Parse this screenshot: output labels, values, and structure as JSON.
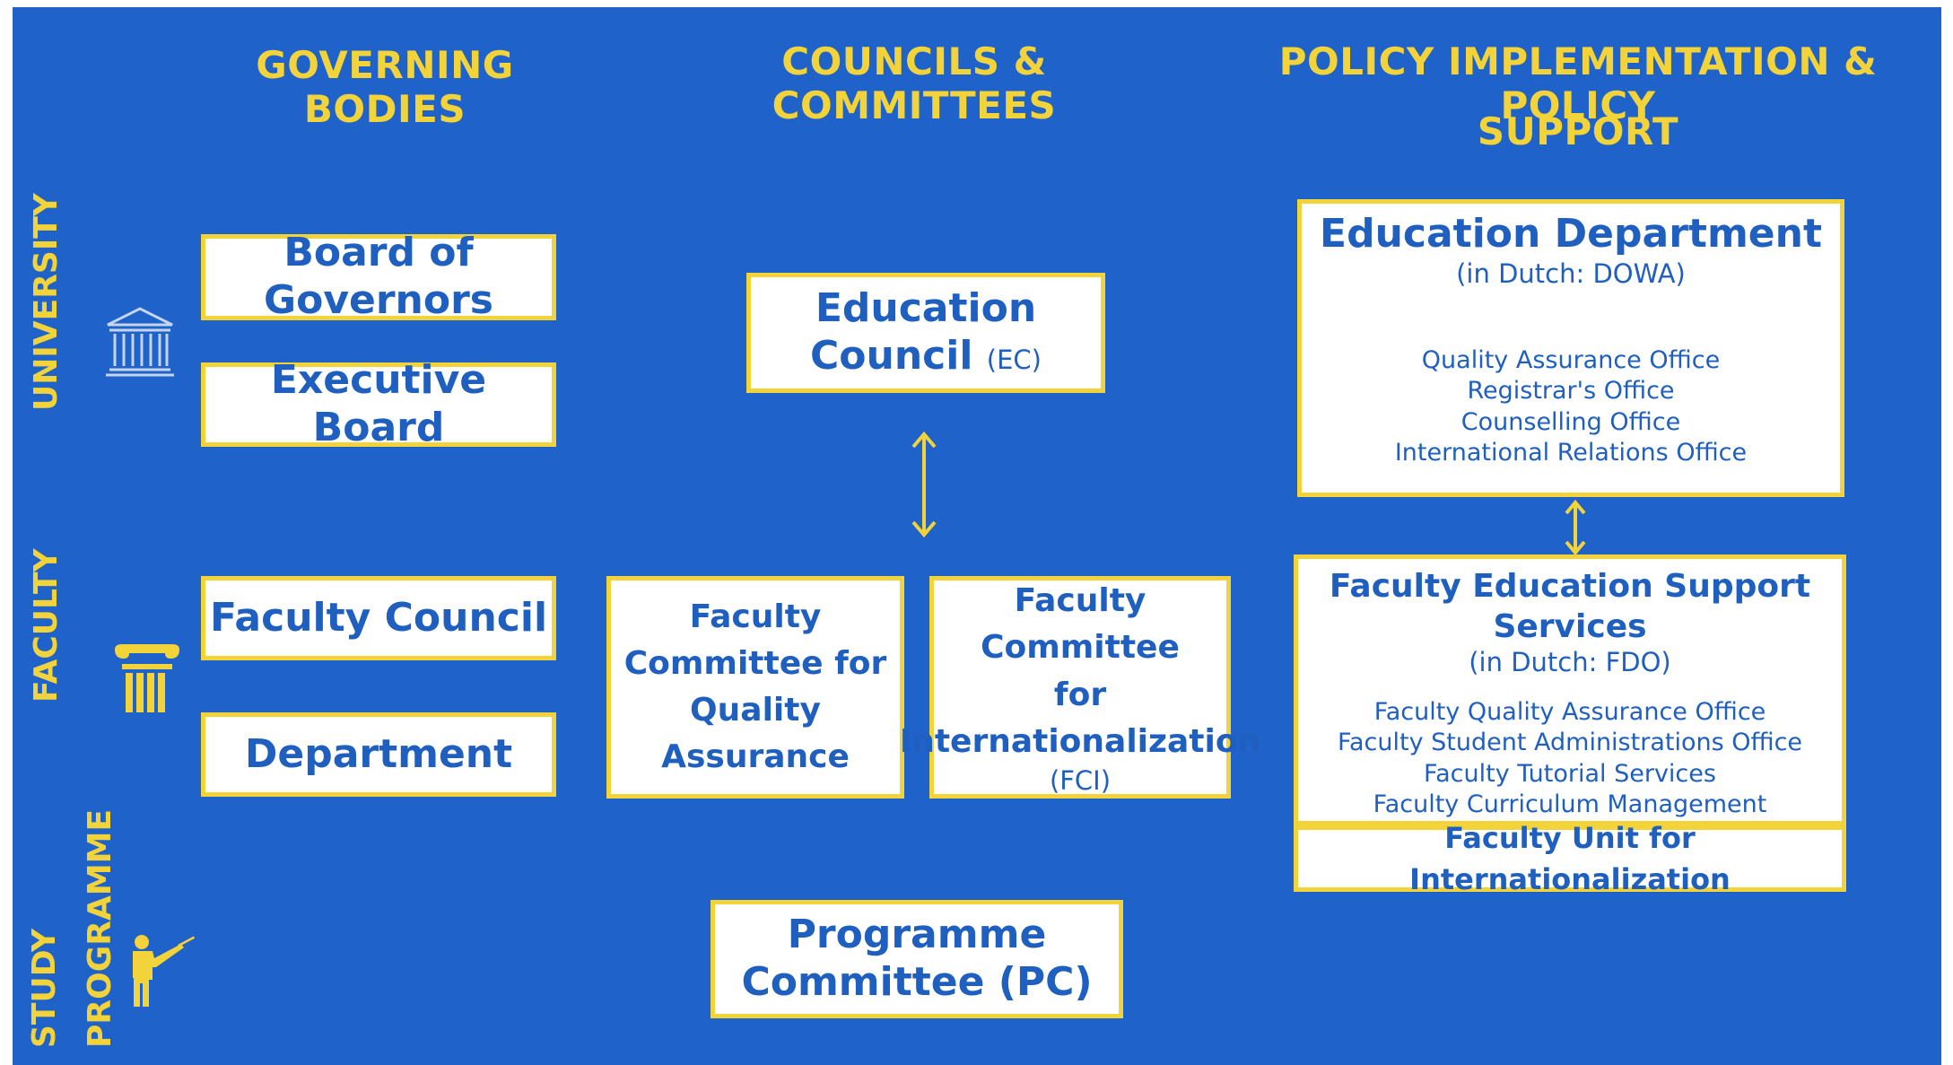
{
  "colors": {
    "background": "#1f62c9",
    "accent": "#f3d33a",
    "box_fill": "#ffffff",
    "box_text": "#1f5fbf"
  },
  "columns": {
    "governing": "GOVERNING BODIES",
    "councils": "COUNCILS & COMMITTEES",
    "policy_line1": "POLICY IMPLEMENTATION & POLICY",
    "policy_line2": "SUPPORT"
  },
  "rows": {
    "university": "UNIVERSITY",
    "faculty": "FACULTY",
    "study_line1": "STUDY",
    "study_line2": "PROGRAMME"
  },
  "boxes": {
    "board_of_governors": "Board of Governors",
    "executive_board": "Executive Board",
    "faculty_council": "Faculty Council",
    "department": "Department",
    "education_council": {
      "line1": "Education",
      "line2": "Council",
      "abbr": "(EC)"
    },
    "fcqa": {
      "line1": "Faculty",
      "line2": "Committee for",
      "line3": "Quality Assurance"
    },
    "fci": {
      "line1": "Faculty Committee",
      "line2": "for",
      "line3": "Internationalization",
      "abbr": "(FCI)"
    },
    "programme_committee": {
      "line1": "Programme",
      "line2": "Committee (PC)"
    },
    "education_department": {
      "title": "Education Department",
      "subtitle": "(in Dutch: DOWA)",
      "items": [
        "Quality Assurance Office",
        "Registrar's Office",
        "Counselling Office",
        "International Relations Office"
      ]
    },
    "fess": {
      "title": "Faculty Education Support Services",
      "subtitle": "(in Dutch: FDO)",
      "items": [
        "Faculty Quality Assurance Office",
        "Faculty Student Administrations Office",
        "Faculty Tutorial Services",
        "Faculty Curriculum Management"
      ]
    },
    "faculty_unit": "Faculty Unit for Internationalization"
  },
  "icons": {
    "university": "building-columns-icon",
    "faculty": "ionic-column-icon",
    "study": "teacher-pointer-icon"
  }
}
